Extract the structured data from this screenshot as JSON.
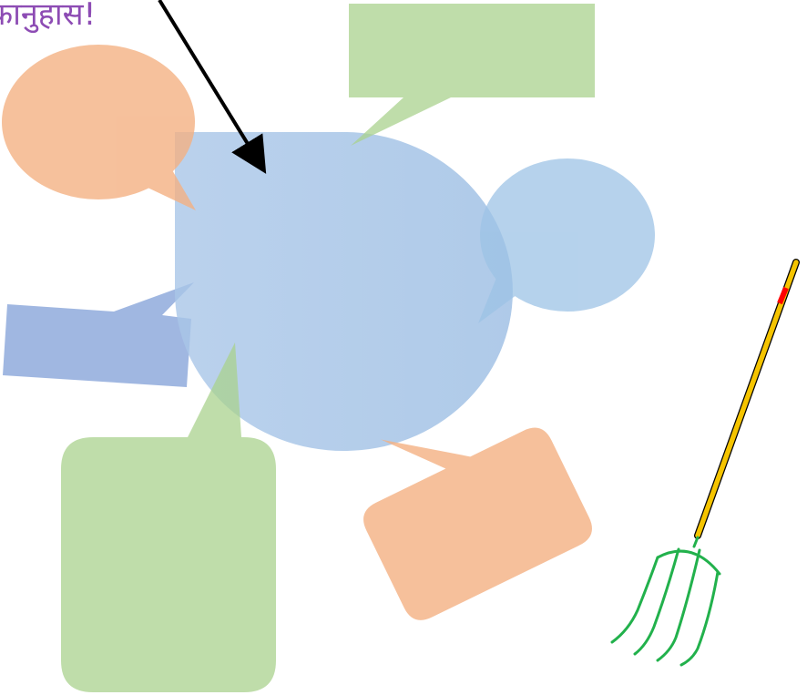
{
  "caption": {
    "text": "कानुहास!",
    "color": "#8d4cb4"
  },
  "colors": {
    "orange_bubble": "#f4b183",
    "green_bubble": "#a9d18e",
    "blue_bubble": "#9dc3e6",
    "dark_blue_bubble": "#8faadc",
    "arrow": "#000000",
    "handle": "#f5c400",
    "handle_band": "#ff0000",
    "tines": "#22b14c"
  },
  "shapes": [
    {
      "name": "orange-oval-callout",
      "kind": "oval speech bubble"
    },
    {
      "name": "green-rect-callout-top",
      "kind": "rectangular speech bubble"
    },
    {
      "name": "large-blue-circle",
      "kind": "snip-corner speech bubble"
    },
    {
      "name": "blue-oval-callout",
      "kind": "oval speech bubble"
    },
    {
      "name": "dark-blue-rect-callout",
      "kind": "rectangular speech bubble"
    },
    {
      "name": "green-rounded-callout",
      "kind": "rounded rectangle speech bubble"
    },
    {
      "name": "orange-rounded-callout",
      "kind": "rounded rectangle speech bubble"
    },
    {
      "name": "pitchfork",
      "kind": "clipart"
    }
  ],
  "icons": [
    "arrow-icon",
    "pitchfork-icon"
  ]
}
